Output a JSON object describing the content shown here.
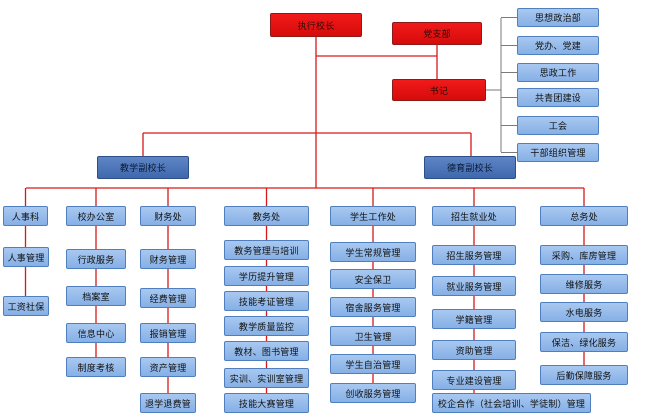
{
  "colors": {
    "red": "#e21212",
    "line": "#d61a1a",
    "grey_line": "#7a7a7a",
    "navy": "#4f77bb",
    "light_blue": "#97bcec"
  },
  "root": {
    "label": "执行校长"
  },
  "party": {
    "branch": "党支部",
    "secretary": "书记"
  },
  "party_units": [
    "思想政治部",
    "党办、党建",
    "思政工作",
    "共青团建设",
    "工会",
    "干部组织管理"
  ],
  "vice": {
    "teaching": "教学副校长",
    "moral": "德育副校长"
  },
  "departments": [
    {
      "name": "人事科",
      "items": [
        "人事管理",
        "工资社保"
      ]
    },
    {
      "name": "校办公室",
      "items": [
        "行政服务",
        "档案室",
        "信息中心",
        "制度考核"
      ]
    },
    {
      "name": "财务处",
      "items": [
        "财务管理",
        "经费管理",
        "报销管理",
        "资产管理",
        "退学退费管"
      ]
    },
    {
      "name": "教务处",
      "items": [
        "教务管理与培训",
        "学历提升管理",
        "技能考证管理",
        "教学质量监控",
        "教材、图书管理",
        "实训、实训室管理",
        "技能大赛管理"
      ]
    },
    {
      "name": "学生工作处",
      "items": [
        "学生常规管理",
        "安全保卫",
        "宿舍服务管理",
        "卫生管理",
        "学生自治管理",
        "创收服务管理"
      ]
    },
    {
      "name": "招生就业处",
      "items": [
        "招生服务管理",
        "就业服务管理",
        "学籍管理",
        "资助管理",
        "专业建设管理",
        "校企合作（社会培训、学徒制）管理"
      ]
    },
    {
      "name": "总务处",
      "items": [
        "采购、库房管理",
        "维修服务",
        "水电服务",
        "保洁、绿化服务",
        "后勤保障服务"
      ]
    }
  ]
}
